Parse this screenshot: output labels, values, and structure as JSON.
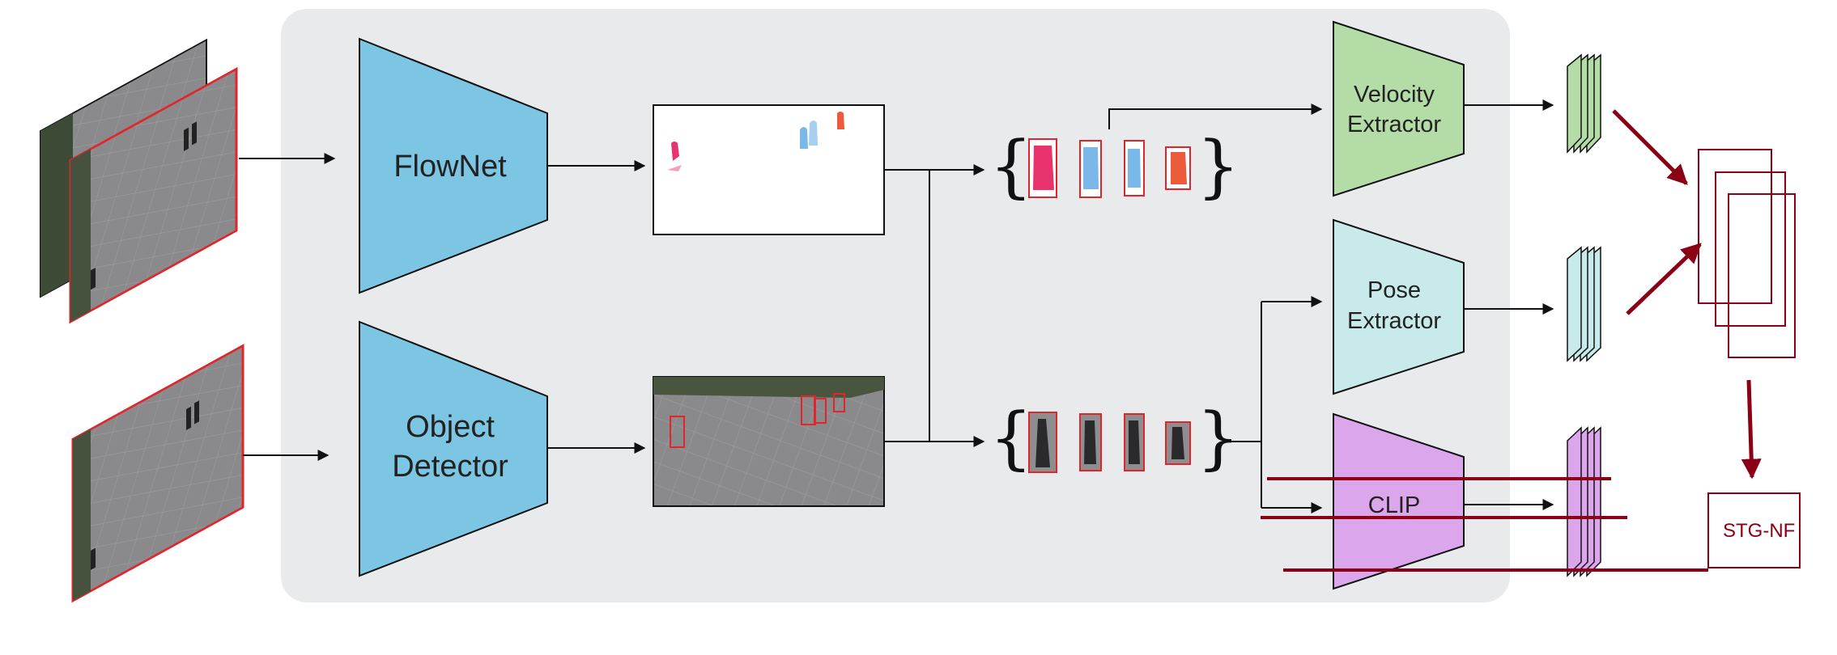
{
  "modules": {
    "flownet": "FlowNet",
    "object_detector_line1": "Object",
    "object_detector_line2": "Detector",
    "velocity_line1": "Velocity",
    "velocity_line2": "Extractor",
    "pose_line1": "Pose",
    "pose_line2": "Extractor",
    "clip": "CLIP",
    "stgnf": "STG-NF"
  },
  "colors": {
    "panel_bg": "#e8eaec",
    "network_blue": "#7cc6e4",
    "velocity_green": "#b3dca6",
    "pose_cyan": "#c8eaea",
    "clip_purple": "#dca6ec",
    "frame_border_red": "#e0252b",
    "stgnf_dark_red": "#8b0015",
    "pink_motion": "#e8336e",
    "blue_motion": "#7ab8ea",
    "orange_motion": "#ec5a3c"
  },
  "icons": {
    "frame": "surveillance-frame-icon",
    "flow_map": "optical-flow-map-icon",
    "detections": "detection-boxes-icon",
    "feature_stack": "feature-stack-icon",
    "flow_stack": "normalizing-flow-stack-icon"
  }
}
